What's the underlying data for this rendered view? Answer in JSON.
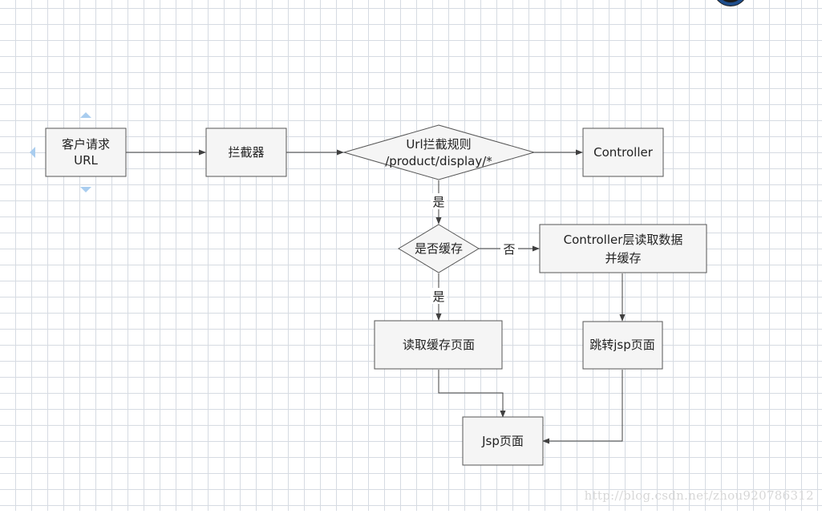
{
  "diagram": {
    "nodes": {
      "client_request": {
        "lines": [
          "客户请求",
          "URL"
        ]
      },
      "interceptor": {
        "lines": [
          "拦截器"
        ]
      },
      "url_rule": {
        "lines": [
          "Url拦截规则",
          "/product/display/*"
        ]
      },
      "controller": {
        "lines": [
          "Controller"
        ]
      },
      "is_cached": {
        "lines": [
          "是否缓存"
        ]
      },
      "controller_read": {
        "lines": [
          "Controller层读取数据",
          "并缓存"
        ]
      },
      "read_cache_page": {
        "lines": [
          "读取缓存页面"
        ]
      },
      "jump_jsp": {
        "lines": [
          "跳转jsp页面"
        ]
      },
      "jsp_page": {
        "lines": [
          "Jsp页面"
        ]
      }
    },
    "edges": [
      {
        "from": "client_request",
        "to": "interceptor",
        "label": ""
      },
      {
        "from": "interceptor",
        "to": "url_rule",
        "label": ""
      },
      {
        "from": "url_rule",
        "to": "controller",
        "label": ""
      },
      {
        "from": "url_rule",
        "to": "is_cached",
        "label": "是"
      },
      {
        "from": "is_cached",
        "to": "controller_read",
        "label": "否"
      },
      {
        "from": "is_cached",
        "to": "read_cache_page",
        "label": "是"
      },
      {
        "from": "controller_read",
        "to": "jump_jsp",
        "label": ""
      },
      {
        "from": "read_cache_page",
        "to": "jsp_page",
        "label": ""
      },
      {
        "from": "jump_jsp",
        "to": "jsp_page",
        "label": ""
      }
    ],
    "labels": {
      "yes_1": "是",
      "no": "否",
      "yes_2": "是"
    }
  },
  "watermark": "http://blog.csdn.net/zhou920786312",
  "colors": {
    "node_fill": "#f5f5f5",
    "node_stroke": "#555555",
    "edge": "#404040",
    "grid": "#d6dbe2",
    "selection_handle": "#a9cdef",
    "logo_ring": "#1f4e8c"
  }
}
